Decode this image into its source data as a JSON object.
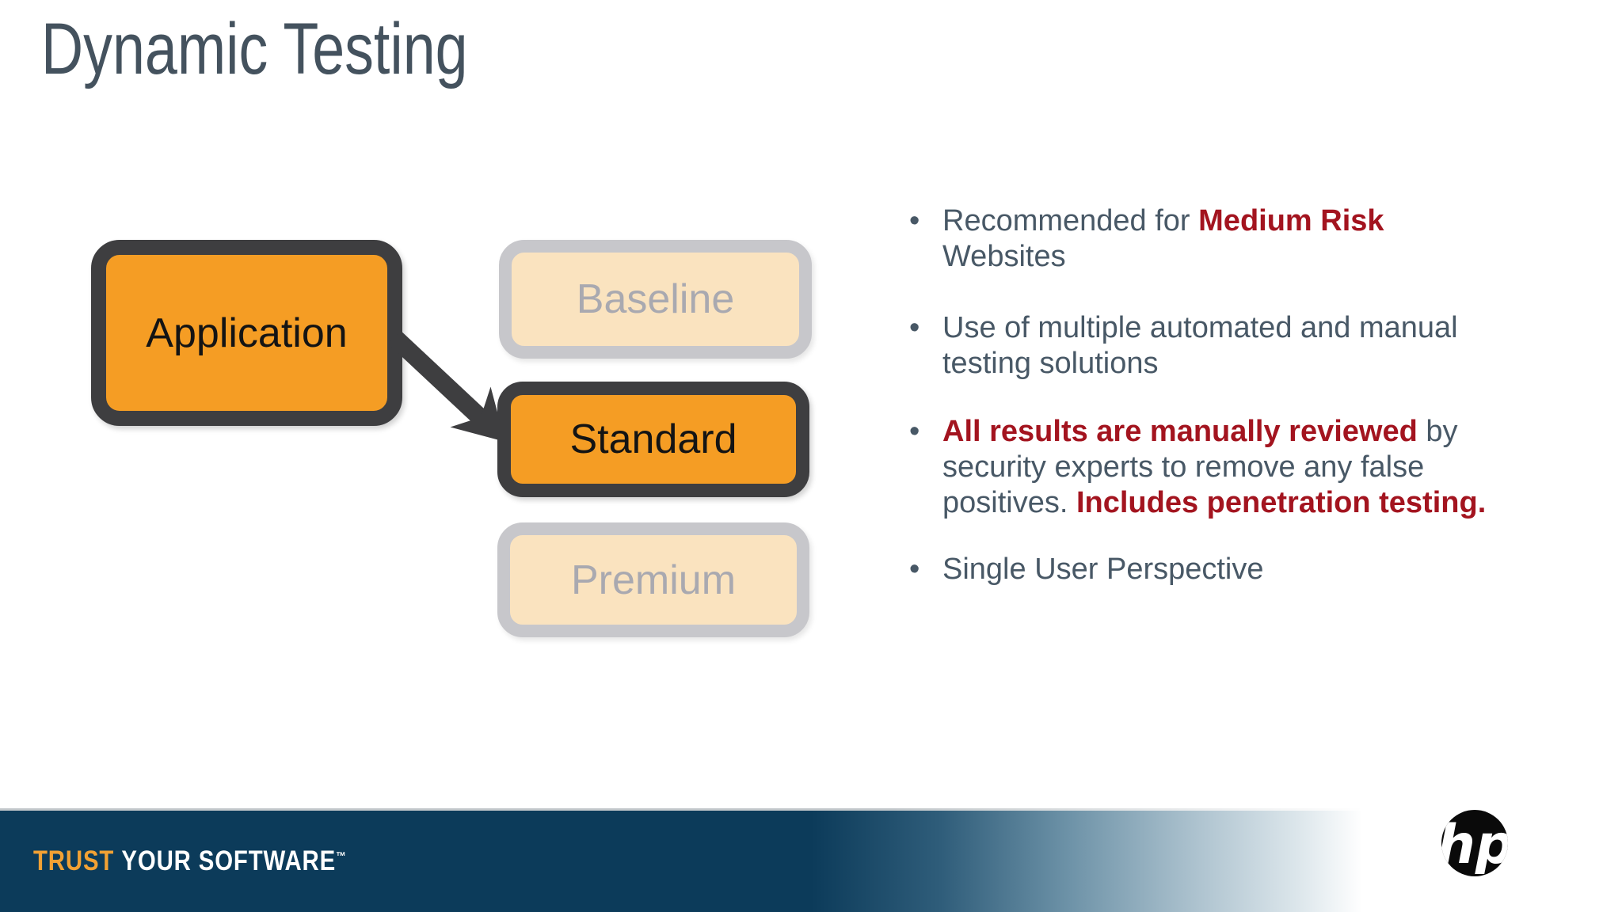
{
  "slide": {
    "title": "Dynamic Testing",
    "diagram": {
      "boxes": [
        {
          "id": "application",
          "label": "Application",
          "state": "active"
        },
        {
          "id": "baseline",
          "label": "Baseline",
          "state": "inactive"
        },
        {
          "id": "standard",
          "label": "Standard",
          "state": "active"
        },
        {
          "id": "premium",
          "label": "Premium",
          "state": "inactive"
        }
      ],
      "arrow": {
        "from": "application",
        "to": "standard"
      }
    },
    "bullets": [
      {
        "lines": [
          [
            {
              "t": "Recommended for ",
              "s": "n"
            },
            {
              "t": "Medium Risk",
              "s": "r"
            }
          ],
          [
            {
              "t": "Websites",
              "s": "n"
            }
          ]
        ]
      },
      {
        "lines": [
          [
            {
              "t": "Use of multiple automated and manual",
              "s": "n"
            }
          ],
          [
            {
              "t": "testing solutions",
              "s": "n"
            }
          ]
        ]
      },
      {
        "lines": [
          [
            {
              "t": "All results are manually reviewed",
              "s": "r"
            },
            {
              "t": " by",
              "s": "n"
            }
          ],
          [
            {
              "t": "security experts to remove any false",
              "s": "n"
            }
          ],
          [
            {
              "t": "positives. ",
              "s": "n"
            },
            {
              "t": "Includes penetration testing.",
              "s": "r"
            }
          ]
        ]
      },
      {
        "lines": [
          [
            {
              "t": "Single User Perspective",
              "s": "n"
            }
          ]
        ]
      }
    ],
    "bullet_glyph": "•",
    "footer": {
      "tagline_highlight": "TRUST",
      "tagline_rest": "YOUR SOFTWARE",
      "trademark": "™",
      "logo_text": "hp"
    },
    "colors": {
      "accent_orange": "#F59D24",
      "inactive_orange_fill": "#FAE3BF",
      "dark_border": "#3E3E40",
      "gray_border": "#C7C7CB",
      "inactive_label_gray": "#A9A9B0",
      "title_slate": "#44525E",
      "body_slate": "#485866",
      "emphasis_red": "#A3141F",
      "footer_navy": "#0C3B5A",
      "tagline_orange": "#F2A134"
    }
  }
}
